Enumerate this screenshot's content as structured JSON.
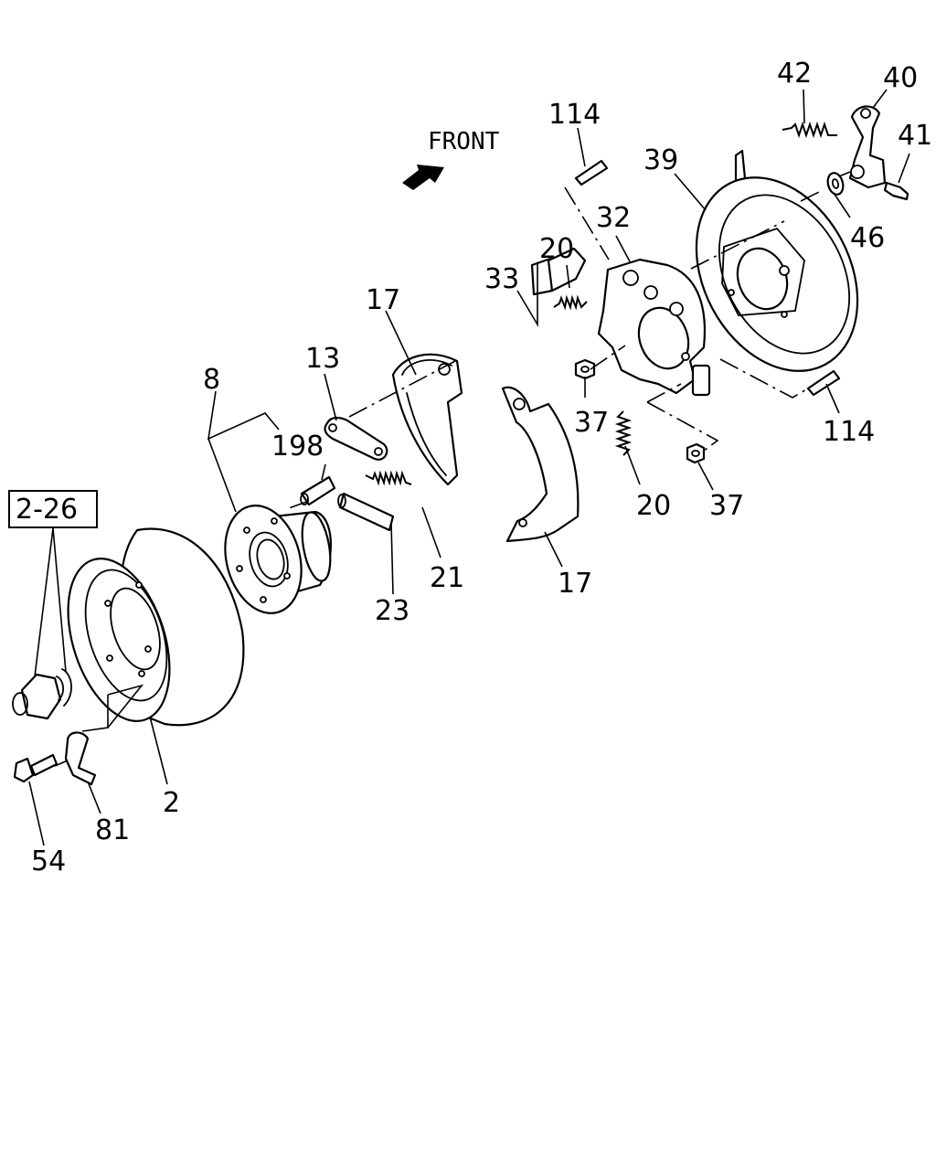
{
  "direction_label": "FRONT",
  "callouts": [
    {
      "id": "c42",
      "text": "42"
    },
    {
      "id": "c40",
      "text": "40"
    },
    {
      "id": "c41",
      "text": "41"
    },
    {
      "id": "c114a",
      "text": "114"
    },
    {
      "id": "c39",
      "text": "39"
    },
    {
      "id": "c32",
      "text": "32"
    },
    {
      "id": "c46",
      "text": "46"
    },
    {
      "id": "c20a",
      "text": "20"
    },
    {
      "id": "c33",
      "text": "33"
    },
    {
      "id": "c17a",
      "text": "17"
    },
    {
      "id": "c13",
      "text": "13"
    },
    {
      "id": "c8",
      "text": "8"
    },
    {
      "id": "c37a",
      "text": "37"
    },
    {
      "id": "c114b",
      "text": "114"
    },
    {
      "id": "c198",
      "text": "198"
    },
    {
      "id": "c20b",
      "text": "20"
    },
    {
      "id": "c37b",
      "text": "37"
    },
    {
      "id": "c226",
      "text": "2-26"
    },
    {
      "id": "c21",
      "text": "21"
    },
    {
      "id": "c17b",
      "text": "17"
    },
    {
      "id": "c23",
      "text": "23"
    },
    {
      "id": "c2",
      "text": "2"
    },
    {
      "id": "c81",
      "text": "81"
    },
    {
      "id": "c54",
      "text": "54"
    }
  ]
}
